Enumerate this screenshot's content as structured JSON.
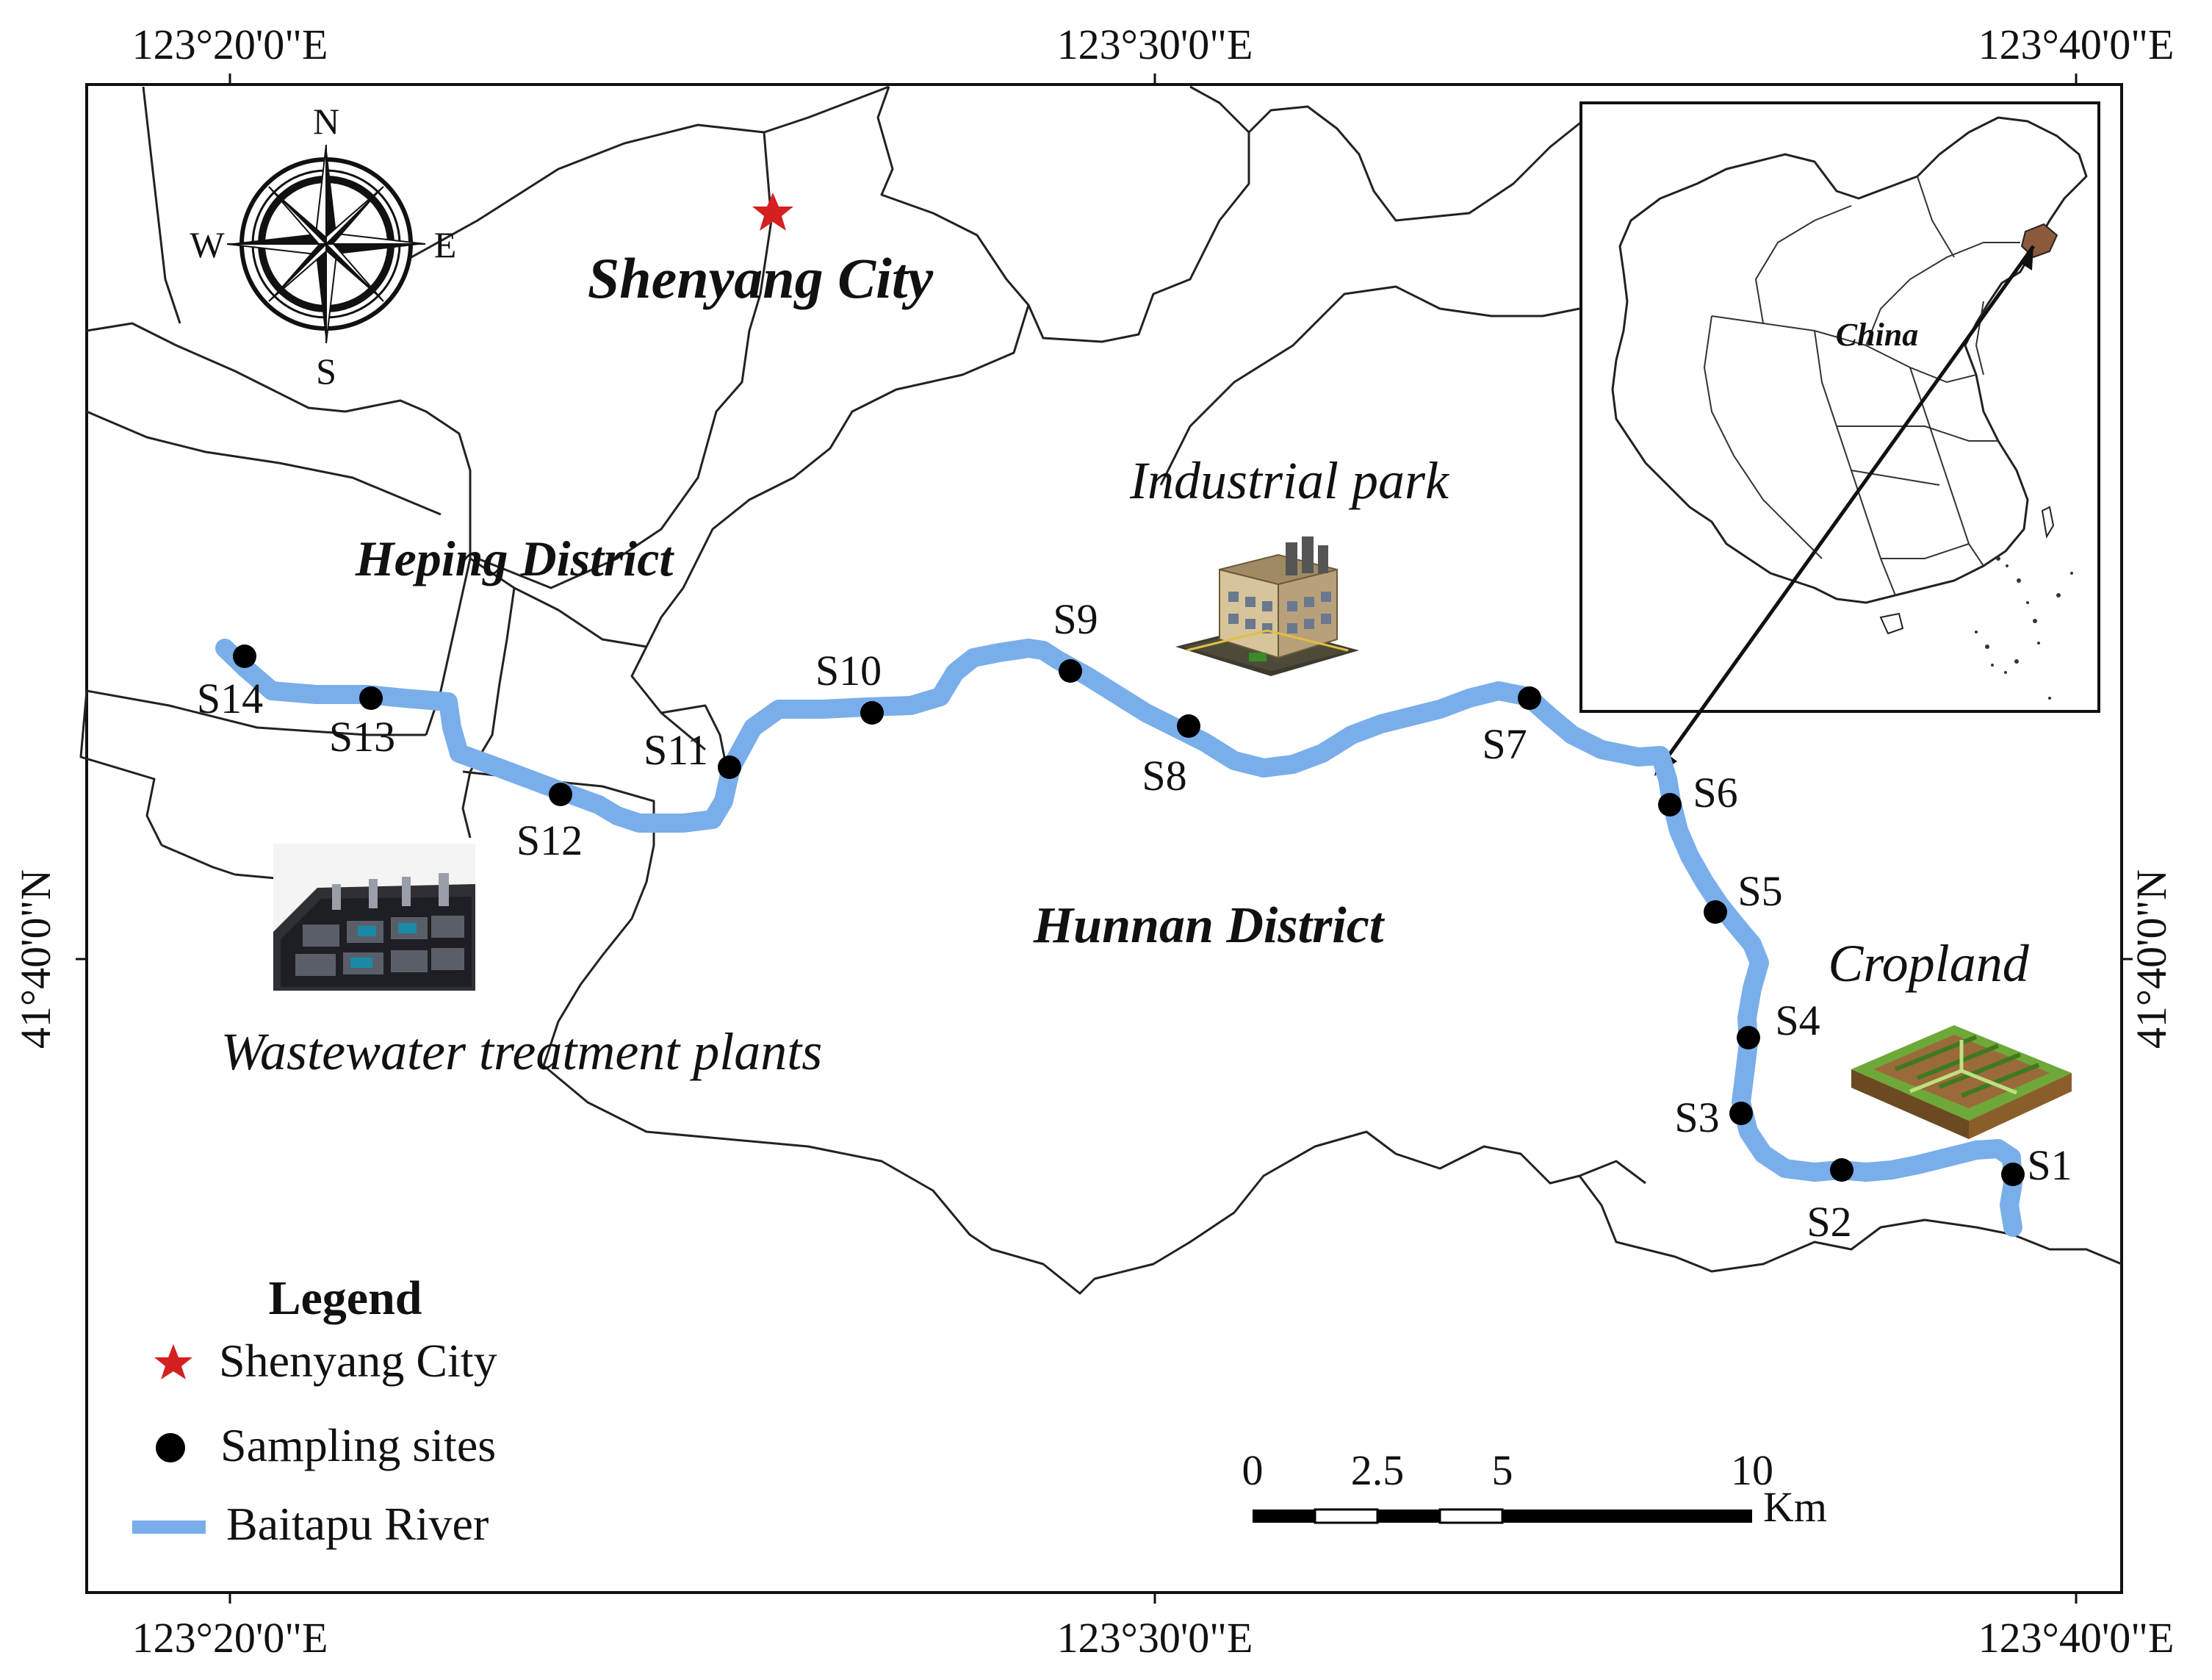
{
  "graticule": {
    "top": [
      "123°20'0\"E",
      "123°30'0\"E",
      "123°40'0\"E"
    ],
    "bottom": [
      "123°20'0\"E",
      "123°30'0\"E",
      "123°40'0\"E"
    ],
    "left": "41°40'0\"N",
    "right": "41°40'0\"N"
  },
  "compass": {
    "n": "N",
    "s": "S",
    "e": "E",
    "w": "W"
  },
  "areas": {
    "city": "Shenyang City",
    "heping": "Heping District",
    "hunnan": "Hunnan District",
    "industrial": "Industrial park",
    "cropland": "Cropland",
    "wwtp": "Wastewater treatment plants"
  },
  "inset": {
    "label": "China"
  },
  "sites": [
    {
      "id": "S1",
      "label": "S1"
    },
    {
      "id": "S2",
      "label": "S2"
    },
    {
      "id": "S3",
      "label": "S3"
    },
    {
      "id": "S4",
      "label": "S4"
    },
    {
      "id": "S5",
      "label": "S5"
    },
    {
      "id": "S6",
      "label": "S6"
    },
    {
      "id": "S7",
      "label": "S7"
    },
    {
      "id": "S8",
      "label": "S8"
    },
    {
      "id": "S9",
      "label": "S9"
    },
    {
      "id": "S10",
      "label": "S10"
    },
    {
      "id": "S11",
      "label": "S11"
    },
    {
      "id": "S12",
      "label": "S12"
    },
    {
      "id": "S13",
      "label": "S13"
    },
    {
      "id": "S14",
      "label": "S14"
    }
  ],
  "legend": {
    "title": "Legend",
    "items": [
      {
        "label": "Shenyang City",
        "symbol": "red-star"
      },
      {
        "label": "Sampling sites",
        "symbol": "black-dot"
      },
      {
        "label": "Baitapu River",
        "symbol": "blue-line"
      }
    ]
  },
  "scalebar": {
    "ticks": [
      "0",
      "2.5",
      "5",
      "10"
    ],
    "unit": "Km"
  },
  "colors": {
    "river": "#79aeea",
    "star": "#d42020",
    "site": "#000000",
    "boundary": "#222222"
  }
}
